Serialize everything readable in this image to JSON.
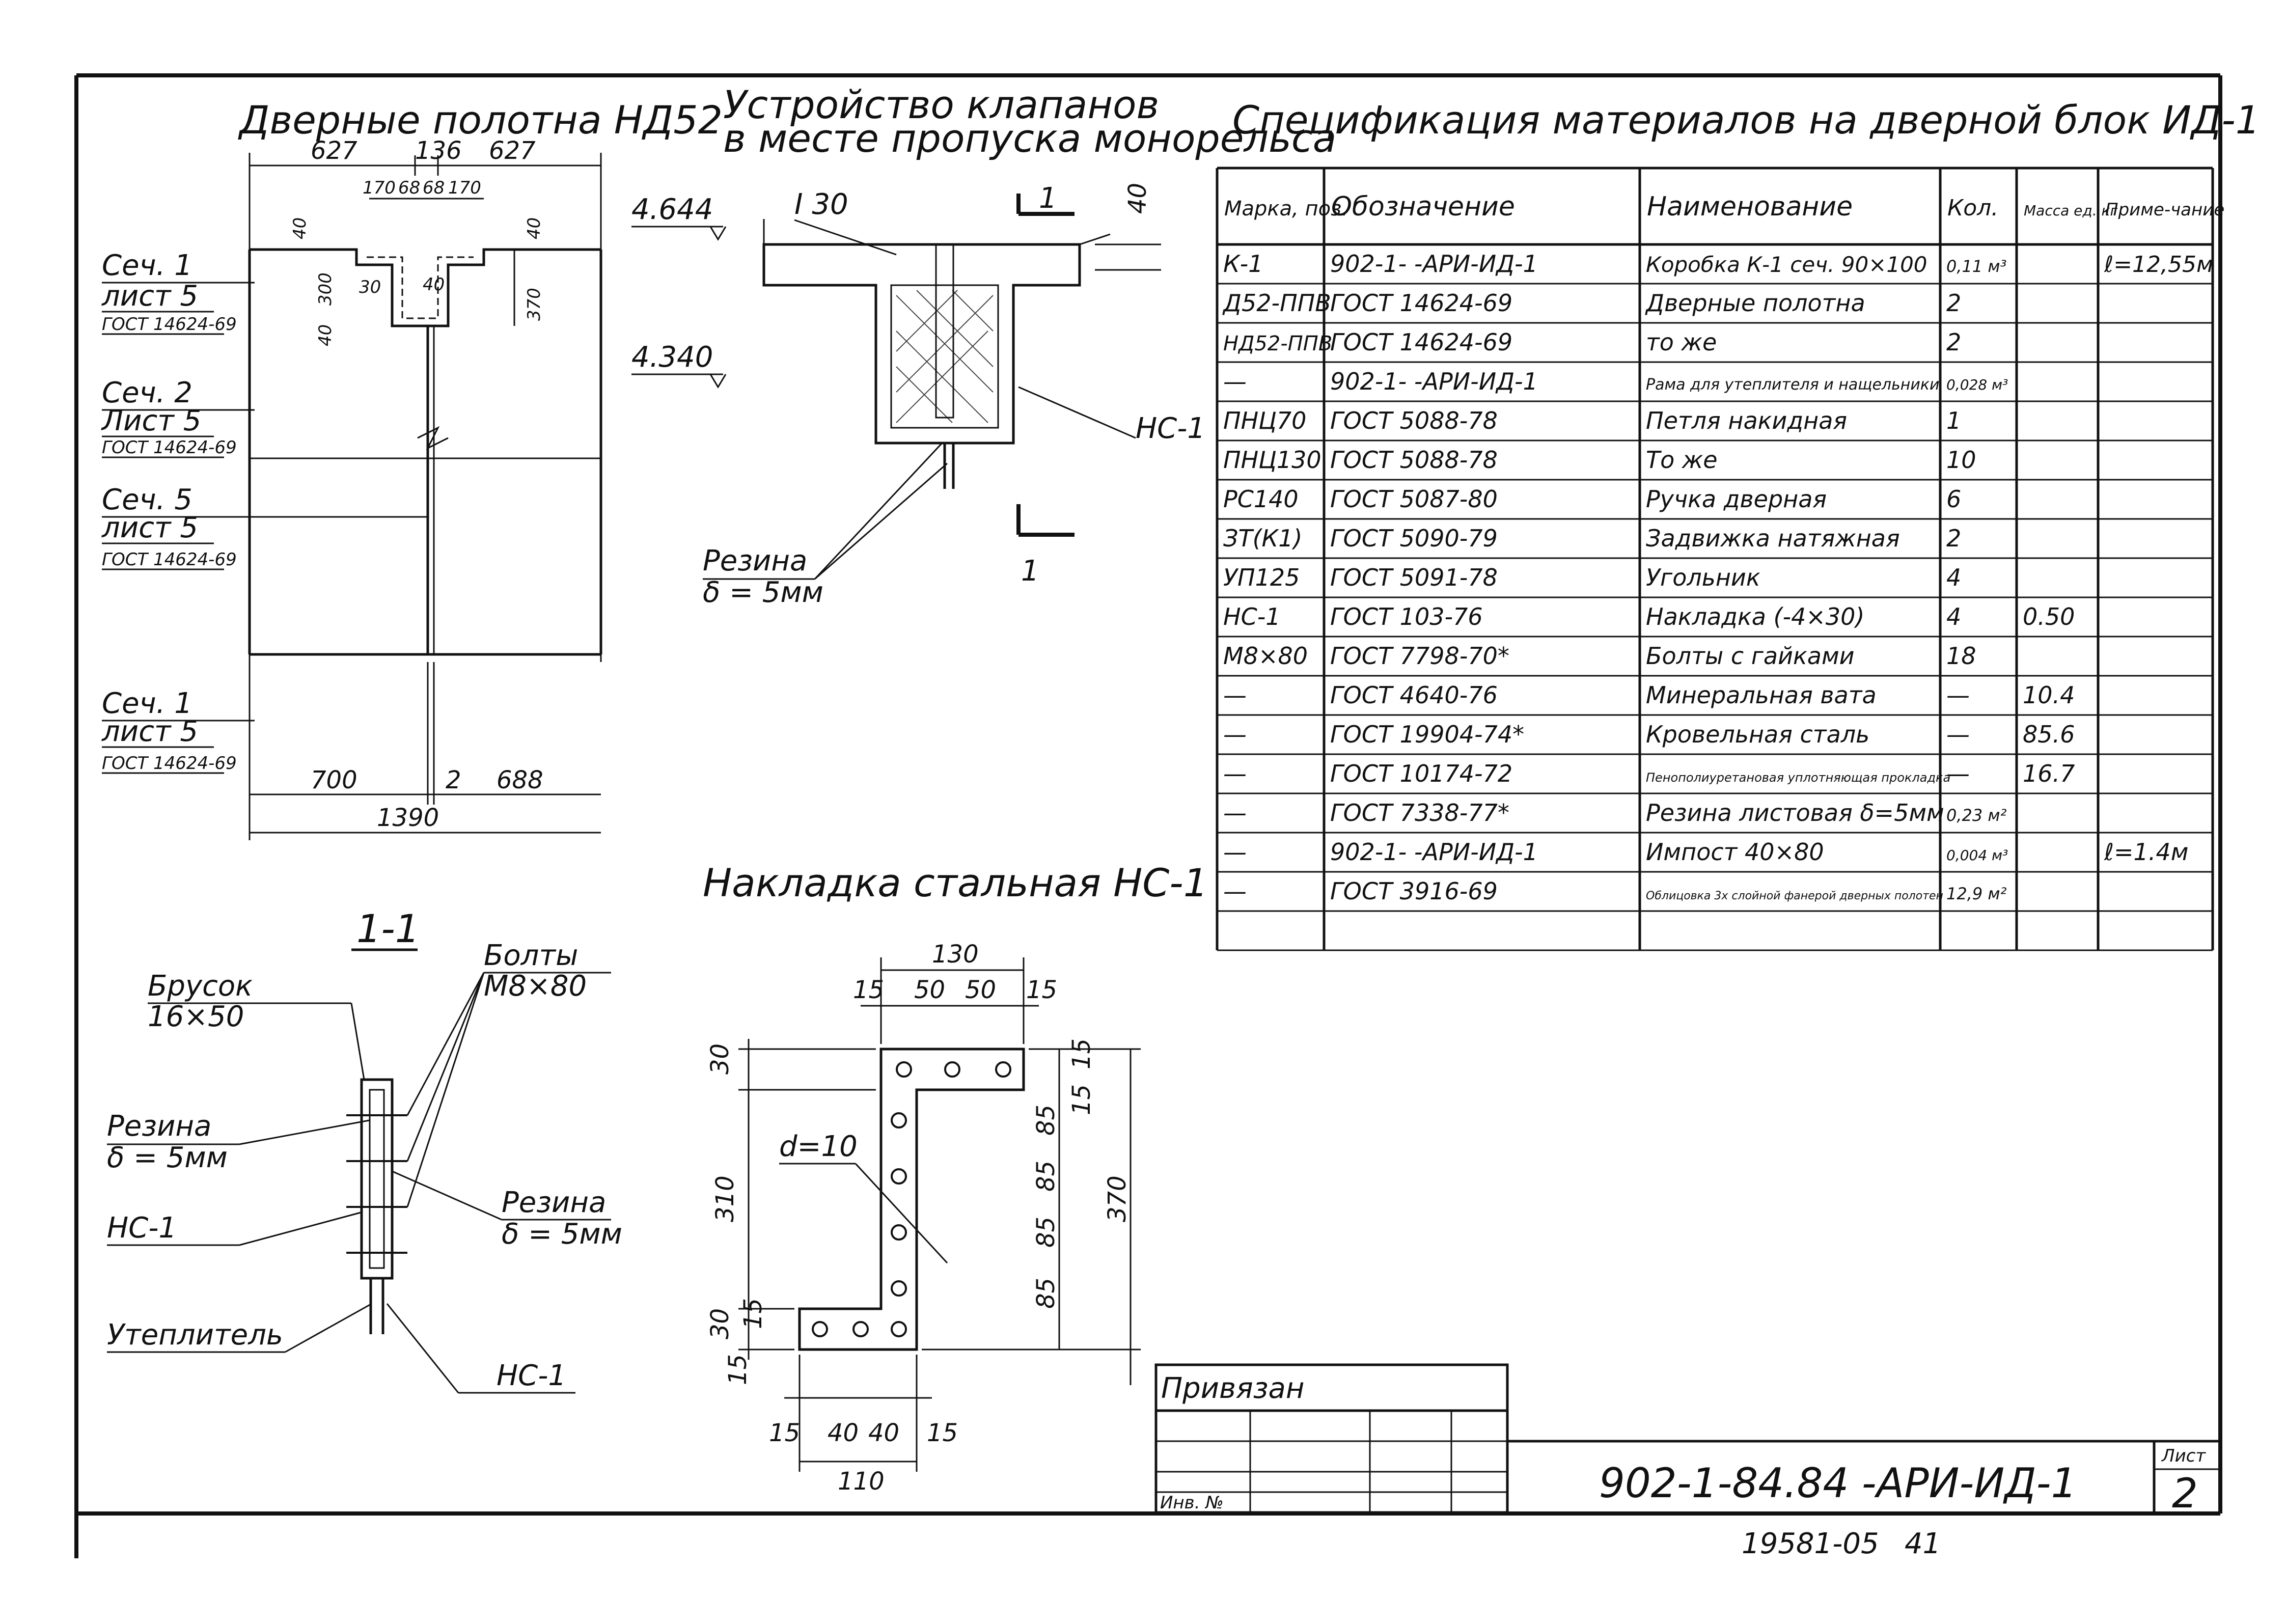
{
  "door_panels": {
    "title": "Дверные полотна НД52",
    "dims_top": [
      "627",
      "136",
      "627"
    ],
    "dims_detail": [
      "170",
      "68",
      "68",
      "170"
    ],
    "dims_side": [
      "40",
      "300",
      "40",
      "30",
      "40",
      "370",
      "40"
    ],
    "dims_bottom": [
      "700",
      "2",
      "688"
    ],
    "total_width": "1390",
    "section_labels": [
      {
        "sec": "Сеч. 1",
        "sheet": "лист 5",
        "std": "ГОСТ 14624-69"
      },
      {
        "sec": "Сеч. 2",
        "sheet": "Лист 5",
        "std": "ГОСТ 14624-69"
      },
      {
        "sec": "Сеч. 5",
        "sheet": "лист 5",
        "std": "ГОСТ 14624-69"
      },
      {
        "sec": "Сеч. 1",
        "sheet": "лист 5",
        "std": "ГОСТ 14624-69"
      }
    ]
  },
  "valve_device": {
    "title_1": "Устройство клапанов",
    "title_2": "в месте пропуска монорельса",
    "level_top": "4.644",
    "level_mid": "4.340",
    "beam": "I 30",
    "dim": "40",
    "marker": "НС-1",
    "section_mark": "1",
    "rubber": "Резина",
    "rubber_thk": "δ = 5мм"
  },
  "section_1_1": {
    "title": "1-1",
    "bar": "Брусок",
    "bar_size": "16×50",
    "bolts": "Болты",
    "bolts_size": "М8×80",
    "rubber_l": "Резина",
    "rubber_l_thk": "δ = 5мм",
    "rubber_r": "Резина",
    "rubber_r_thk": "δ = 5мм",
    "nc_l": "НС-1",
    "nc_r": "НС-1",
    "insulation": "Утеплитель"
  },
  "steel_plate": {
    "title": "Накладка стальная НС-1",
    "dims_top": [
      "130",
      "15",
      "50",
      "50",
      "15"
    ],
    "dims_left": [
      "30",
      "310",
      "30",
      "15",
      "15"
    ],
    "dims_right": [
      "15",
      "15",
      "85",
      "85",
      "85",
      "85",
      "370"
    ],
    "dims_bottom": [
      "15",
      "40",
      "40",
      "15",
      "110"
    ],
    "hole": "d=10"
  },
  "spec": {
    "title": "Спецификация материалов на дверной блок ИД-1",
    "headers": [
      "Марка, поз.",
      "Обозначение",
      "Наименование",
      "Кол.",
      "Масса ед. кг",
      "Приме-чание"
    ],
    "rows": [
      [
        "К-1",
        "902-1-    -АРИ-ИД-1",
        "Коробка К-1 сеч. 90×100",
        "0,11 м³",
        "",
        "ℓ=12,55м"
      ],
      [
        "Д52-ППВ",
        "ГОСТ 14624-69",
        "Дверные полотна",
        "2",
        "",
        ""
      ],
      [
        "НД52-ППВ",
        "ГОСТ 14624-69",
        "то же",
        "2",
        "",
        ""
      ],
      [
        "—",
        "902-1-    -АРИ-ИД-1",
        "Рама для утеплителя и нащельники",
        "0,028 м³",
        "",
        ""
      ],
      [
        "ПНЦ70",
        "ГОСТ 5088-78",
        "Петля накидная",
        "1",
        "",
        ""
      ],
      [
        "ПНЦ130",
        "ГОСТ 5088-78",
        "То же",
        "10",
        "",
        ""
      ],
      [
        "РС140",
        "ГОСТ 5087-80",
        "Ручка дверная",
        "6",
        "",
        ""
      ],
      [
        "ЗТ(К1)",
        "ГОСТ 5090-79",
        "Задвижка натяжная",
        "2",
        "",
        ""
      ],
      [
        "УП125",
        "ГОСТ 5091-78",
        "Угольник",
        "4",
        "",
        ""
      ],
      [
        "НС-1",
        "ГОСТ 103-76",
        "Накладка (-4×30)",
        "4",
        "0.50",
        ""
      ],
      [
        "М8×80",
        "ГОСТ 7798-70*",
        "Болты с гайками",
        "18",
        "",
        ""
      ],
      [
        "—",
        "ГОСТ 4640-76",
        "Минеральная вата",
        "—",
        "10.4",
        ""
      ],
      [
        "—",
        "ГОСТ 19904-74*",
        "Кровельная сталь",
        "—",
        "85.6",
        ""
      ],
      [
        "—",
        "ГОСТ 10174-72",
        "Пенополиуретановая уплотняющая прокладка",
        "—",
        "16.7",
        ""
      ],
      [
        "—",
        "ГОСТ 7338-77*",
        "Резина листовая δ=5мм",
        "0,23 м²",
        "",
        ""
      ],
      [
        "—",
        "902-1-    -АРИ-ИД-1",
        "Импост 40×80",
        "0,004 м³",
        "",
        "ℓ=1.4м"
      ],
      [
        "—",
        "ГОСТ 3916-69",
        "Облицовка 3х слойной фанерой дверных полотен",
        "12,9 м²",
        "",
        ""
      ]
    ]
  },
  "title_block": {
    "bound": "Привязан",
    "inv": "Инв. №",
    "code": "902-1-84.84 -АРИ-ИД-1",
    "sheet_label": "Лист",
    "sheet_no": "2",
    "archive": "19581-05",
    "page": "41"
  }
}
